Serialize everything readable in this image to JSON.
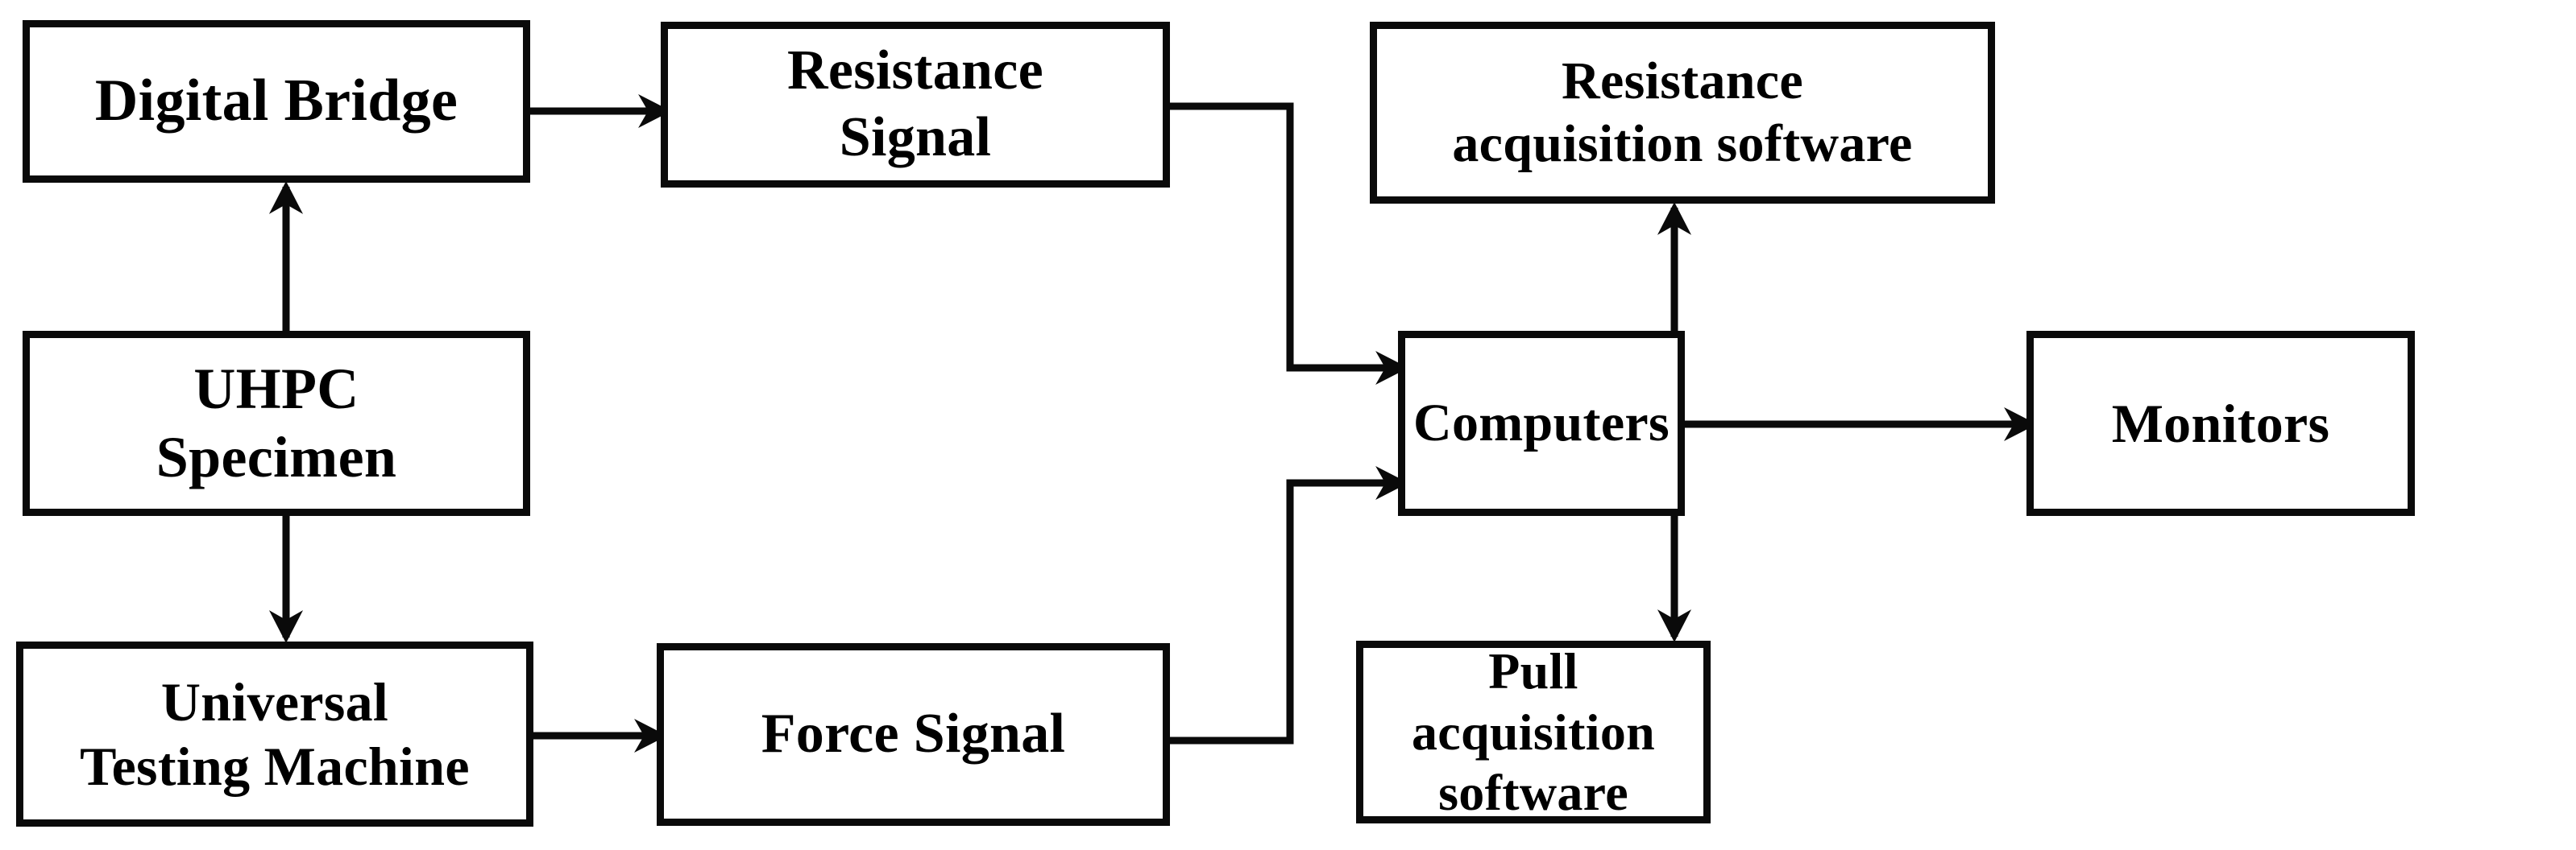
{
  "diagram": {
    "title": "UHPC resistance and force measurement test setup block diagram",
    "background_color": "#ffffff",
    "stroke_color": "#0a0a0a",
    "text_color": "#000000",
    "nodes": [
      {
        "id": "digital-bridge",
        "label": "Digital Bridge"
      },
      {
        "id": "resistance-signal",
        "label": "Resistance\nSignal"
      },
      {
        "id": "resistance-software",
        "label": "Resistance\nacquisition software"
      },
      {
        "id": "uhpc-specimen",
        "label": "UHPC\nSpecimen"
      },
      {
        "id": "computers",
        "label": "Computers"
      },
      {
        "id": "monitors",
        "label": "Monitors"
      },
      {
        "id": "testing-machine",
        "label": "Universal\nTesting Machine"
      },
      {
        "id": "force-signal",
        "label": "Force Signal"
      },
      {
        "id": "pull-software",
        "label": "Pull acquisition\nsoftware"
      }
    ],
    "connectors": [
      {
        "id": "uhpc-to-digital-bridge",
        "from": "uhpc-specimen",
        "to": "digital-bridge",
        "direction": "up",
        "arrowhead": true
      },
      {
        "id": "uhpc-to-testing-machine",
        "from": "uhpc-specimen",
        "to": "testing-machine",
        "direction": "down",
        "arrowhead": true
      },
      {
        "id": "digital-bridge-to-resistance",
        "from": "digital-bridge",
        "to": "resistance-signal",
        "direction": "right",
        "arrowhead": true
      },
      {
        "id": "testing-machine-to-force",
        "from": "testing-machine",
        "to": "force-signal",
        "direction": "right",
        "arrowhead": true
      },
      {
        "id": "resistance-to-computers",
        "from": "resistance-signal",
        "to": "computers",
        "direction": "right-down-right",
        "arrowhead": true
      },
      {
        "id": "force-to-computers",
        "from": "force-signal",
        "to": "computers",
        "direction": "right-up-right",
        "arrowhead": true
      },
      {
        "id": "computers-to-resistance-software",
        "from": "computers",
        "to": "resistance-software",
        "direction": "up",
        "arrowhead": true
      },
      {
        "id": "computers-to-pull-software",
        "from": "computers",
        "to": "pull-software",
        "direction": "down",
        "arrowhead": true
      },
      {
        "id": "computers-to-monitors",
        "from": "computers",
        "to": "monitors",
        "direction": "right",
        "arrowhead": true
      }
    ]
  }
}
